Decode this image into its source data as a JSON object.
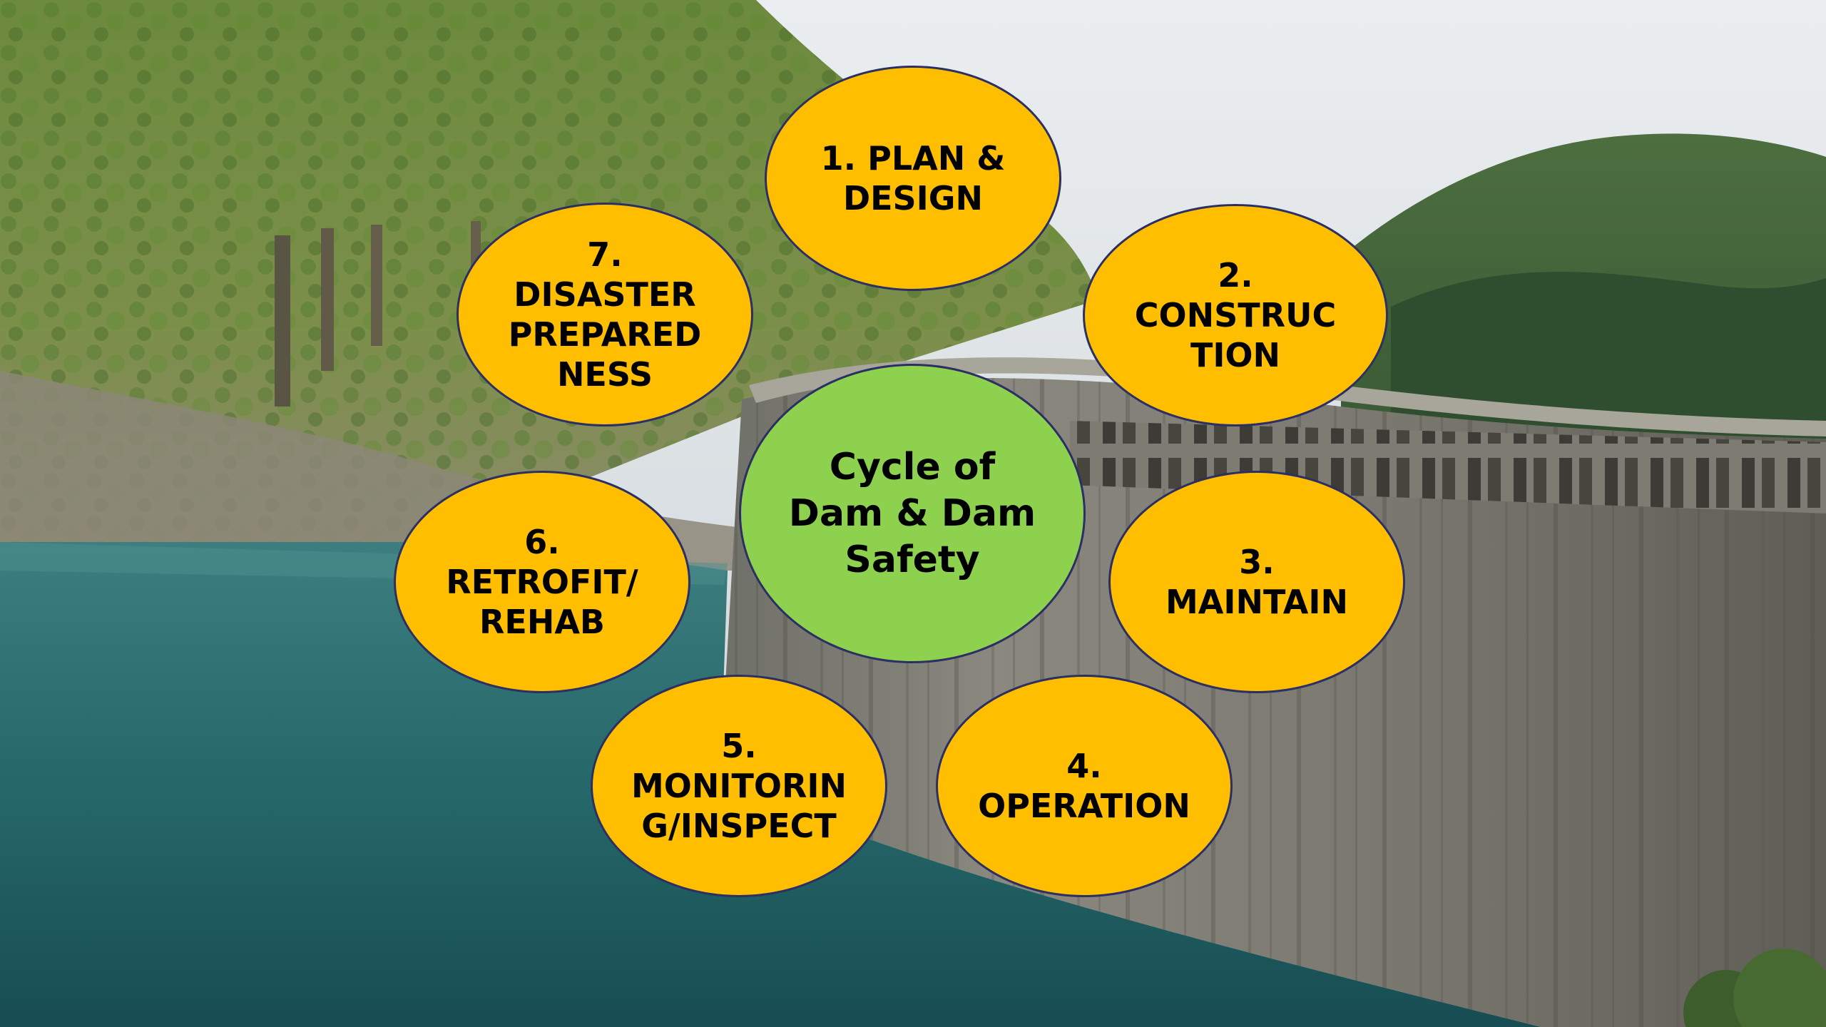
{
  "center": {
    "label": "Cycle of\nDam & Dam\nSafety",
    "color": "#8ed14f"
  },
  "steps": [
    {
      "label": "1. PLAN &\nDESIGN"
    },
    {
      "label": "2.\nCONSTRUC\nTION"
    },
    {
      "label": "3.\nMAINTAIN"
    },
    {
      "label": "4.\nOPERATION"
    },
    {
      "label": "5.\nMONITORIN\nG/INSPECT"
    },
    {
      "label": "6.\nRETROFIT/\nREHAB"
    },
    {
      "label": "7.\nDISASTER\nPREPARED\nNESS"
    }
  ],
  "colors": {
    "step_fill": "#ffbf00",
    "outline": "#2b2f63"
  }
}
